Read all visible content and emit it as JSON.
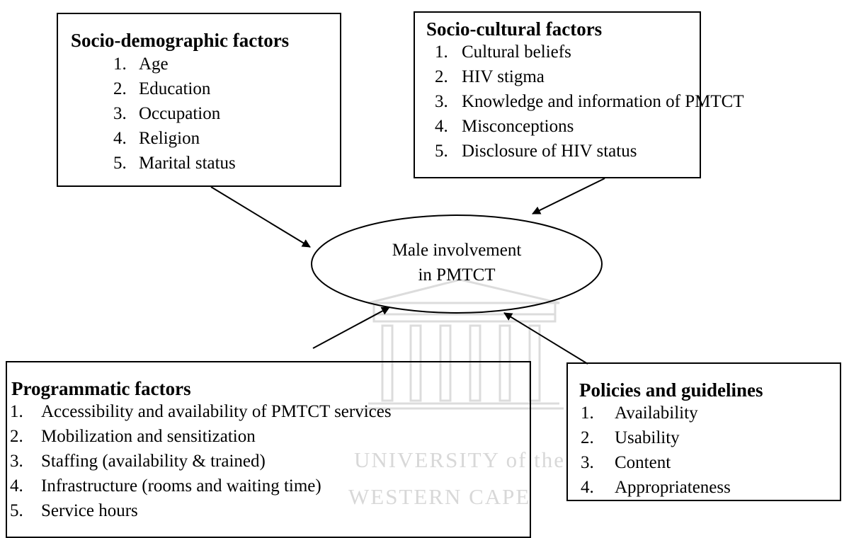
{
  "center": {
    "line1": "Male involvement",
    "line2": "in PMTCT"
  },
  "boxes": {
    "socio_demographic": {
      "title": "Socio-demographic factors",
      "items": [
        "Age",
        "Education",
        "Occupation",
        "Religion",
        "Marital status"
      ]
    },
    "socio_cultural": {
      "title": "Socio-cultural factors",
      "items": [
        "Cultural beliefs",
        "HIV stigma",
        "Knowledge and information of PMTCT",
        "Misconceptions",
        "Disclosure of HIV status"
      ]
    },
    "programmatic": {
      "title": "Programmatic factors",
      "items": [
        "Accessibility and availability of PMTCT services",
        "Mobilization and sensitization",
        "Staffing (availability & trained)",
        "Infrastructure (rooms and waiting time)",
        "Service hours"
      ]
    },
    "policies": {
      "title": "Policies and guidelines",
      "items": [
        "Availability",
        "Usability",
        "Content",
        "Appropriateness"
      ]
    }
  },
  "numbers": [
    "1.",
    "2.",
    "3.",
    "4.",
    "5."
  ],
  "watermark": {
    "line1": "UNIVERSITY of the",
    "line2": "WESTERN CAPE"
  }
}
